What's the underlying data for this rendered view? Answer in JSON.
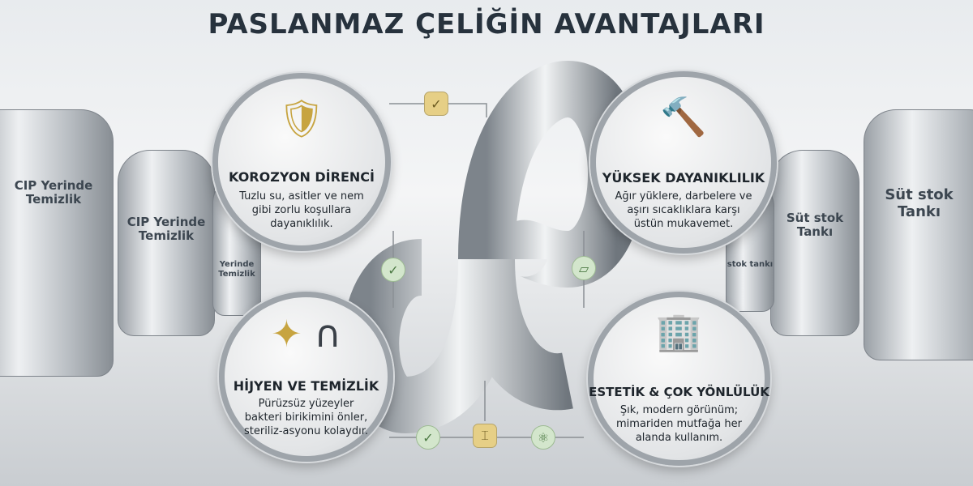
{
  "title": "PASLANMAZ ÇELİĞİN AVANTAJLARI",
  "background_labels": {
    "left_tank_1": "CIP Yerinde Temizlik",
    "left_tank_2": "CIP Yerinde Temizlik",
    "left_tank_3": "Yerinde Temizlik",
    "right_tank_1": "Süt stok Tankı",
    "right_tank_2": "Süt stok Tankı",
    "right_tank_3": "stok tankı"
  },
  "cards": [
    {
      "heading": "KOROZYON DİRENCİ",
      "text": "Tuzlu su, asitler ve nem gibi zorlu koşullara dayanıklılık.",
      "icon": "shield-water-drop-icon"
    },
    {
      "heading": "YÜKSEK DAYANIKLILIK",
      "text": "Ağır yüklere, darbelere ve aşırı sıcaklıklara karşı üstün mukavemet.",
      "icon": "hammer-steel-beam-icon"
    },
    {
      "heading": "HİJYEN VE TEMİZLİK",
      "text": "Pürüzsüz yüzeyler bakteri birikimini önler, steriliz-asyonu kolaydır.",
      "icon": "sparkle-stethoscope-icon"
    },
    {
      "heading": "ESTETİK & ÇOK YÖNLÜLÜK",
      "text": "Şık, modern görünüm; mimariden mutfağa her alanda kullanım.",
      "icon": "buildings-oven-icon"
    }
  ],
  "colors": {
    "title": "#27323d",
    "gold_badge": "#e6cf86",
    "green_badge": "#d3e6cc",
    "steel": "#9ea4aa"
  }
}
